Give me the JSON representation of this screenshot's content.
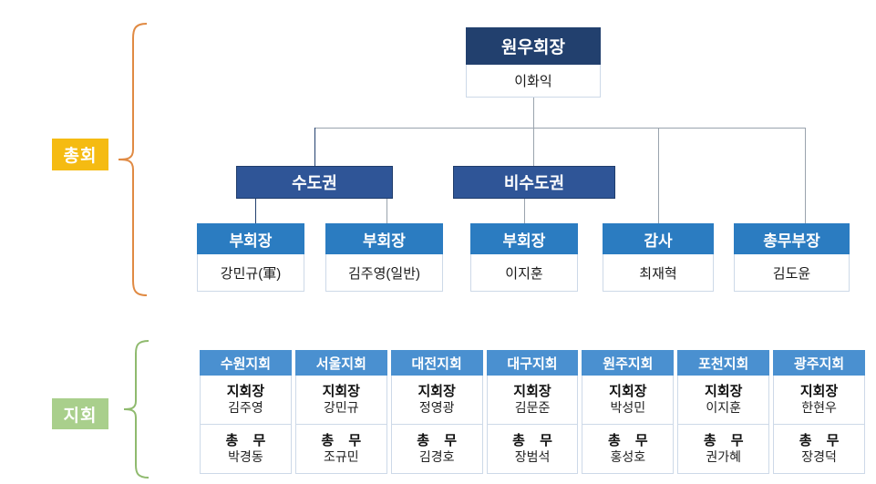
{
  "sections": {
    "assembly": {
      "label": "총회",
      "color": "#f5bb12"
    },
    "branch": {
      "label": "지회",
      "color": "#a9cf8c"
    }
  },
  "org": {
    "president": {
      "title": "원우회장",
      "name": "이화익"
    },
    "regions": [
      {
        "name": "수도권"
      },
      {
        "name": "비수도권"
      }
    ],
    "officers": [
      {
        "title": "부회장",
        "name": "강민규(軍)"
      },
      {
        "title": "부회장",
        "name": "김주영(일반)"
      },
      {
        "title": "부회장",
        "name": "이지훈"
      },
      {
        "title": "감사",
        "name": "최재혁"
      },
      {
        "title": "총무부장",
        "name": "김도윤"
      }
    ],
    "branch_role_labels": {
      "chief": "지회장",
      "secretary": "총 무"
    },
    "branches": [
      {
        "name": "수원지회",
        "chief": "김주영",
        "secretary": "박경동"
      },
      {
        "name": "서울지회",
        "chief": "강민규",
        "secretary": "조규민"
      },
      {
        "name": "대전지회",
        "chief": "정영광",
        "secretary": "김경호"
      },
      {
        "name": "대구지회",
        "chief": "김문준",
        "secretary": "장범석"
      },
      {
        "name": "원주지회",
        "chief": "박성민",
        "secretary": "홍성호"
      },
      {
        "name": "포천지회",
        "chief": "이지훈",
        "secretary": "권가혜"
      },
      {
        "name": "광주지회",
        "chief": "한현우",
        "secretary": "장경덕"
      }
    ]
  },
  "colors": {
    "president_header": "#22406e",
    "region_box": "#2f5597",
    "officer_header": "#2b7cc1",
    "branch_header": "#4a90d0",
    "assembly_brace": "#e08a43",
    "branch_brace": "#8fba6e",
    "connector": "#9aa3ad"
  }
}
